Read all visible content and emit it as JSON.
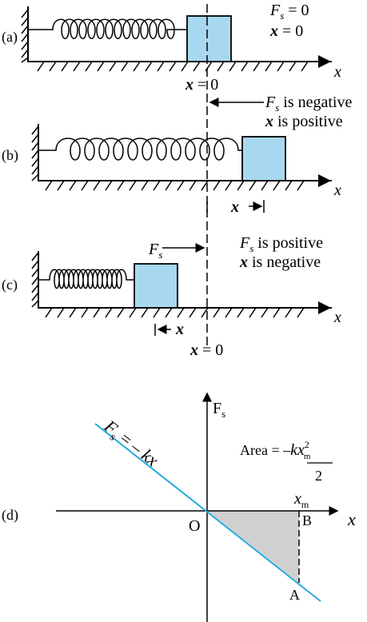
{
  "panels": {
    "a": {
      "tag": "(a)",
      "force_text": "F",
      "force_sub": "s",
      "force_value": " = 0",
      "x_text": "x",
      "x_value": " = 0",
      "axis_label": "x",
      "eq_text": "x",
      "eq_value": " = 0"
    },
    "b": {
      "tag": "(b)",
      "note_force": "F",
      "note_force_sub": "s",
      "note_force_rest": " is negative",
      "note_x": "x",
      "note_x_rest": " is positive",
      "axis_label": "x",
      "disp_label": "x"
    },
    "c": {
      "tag": "(c)",
      "force_label": "F",
      "force_label_sub": "s",
      "note_force": "F",
      "note_force_sub": "s",
      "note_force_rest": " is positive",
      "note_x": "x",
      "note_x_rest": " is negative",
      "axis_label": "x",
      "disp_label": "x",
      "eq_text": "x",
      "eq_value": " = 0"
    },
    "d": {
      "tag": "(d)",
      "y_axis_label": "F",
      "y_axis_sub": "s",
      "x_axis_label": "x",
      "line_eq_f": "F",
      "line_eq_sub": "s",
      "line_eq_rest": " = – ",
      "line_eq_kx": "kx",
      "area_prefix": "Area = –",
      "area_k": "kx",
      "area_sup": "2",
      "area_sub": "m",
      "area_den": "2",
      "xm_label": "x",
      "xm_sub": "m",
      "point_o": "O",
      "point_b": "B",
      "point_a": "A"
    }
  },
  "colors": {
    "block_fill": "#a8d8f0",
    "line": "#29a9df",
    "shade": "#d0d0d0",
    "ink": "#000000"
  }
}
